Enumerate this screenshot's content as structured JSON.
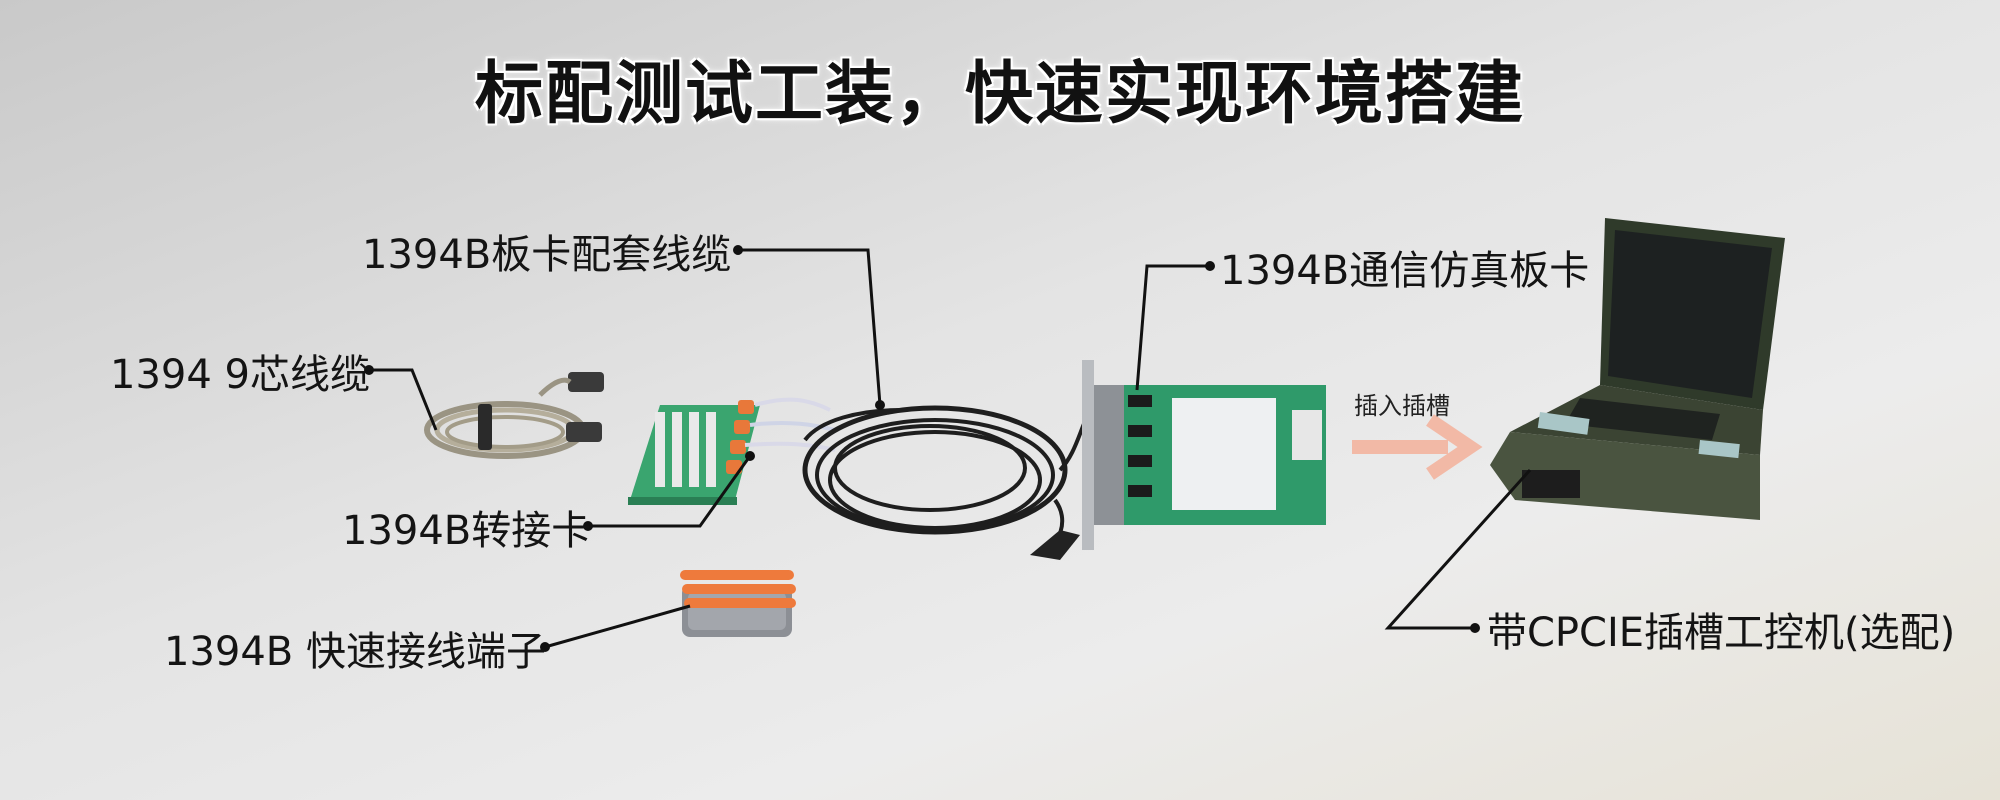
{
  "title": "标配测试工装，快速实现环境搭建",
  "labels": {
    "cable_set": "1394B板卡配套线缆",
    "nine_core_cable": "1394 9芯线缆",
    "adapter_card": "1394B转接卡",
    "quick_terminal": "1394B 快速接线端子",
    "sim_card": "1394B通信仿真板卡",
    "insert_slot": "插入插槽",
    "ipc": "带CPCIE插槽工控机(选配)"
  },
  "colors": {
    "arrow": "#f2b9a6",
    "pcb_green": "#2f9a6a",
    "laptop_body": "#3b4433"
  }
}
